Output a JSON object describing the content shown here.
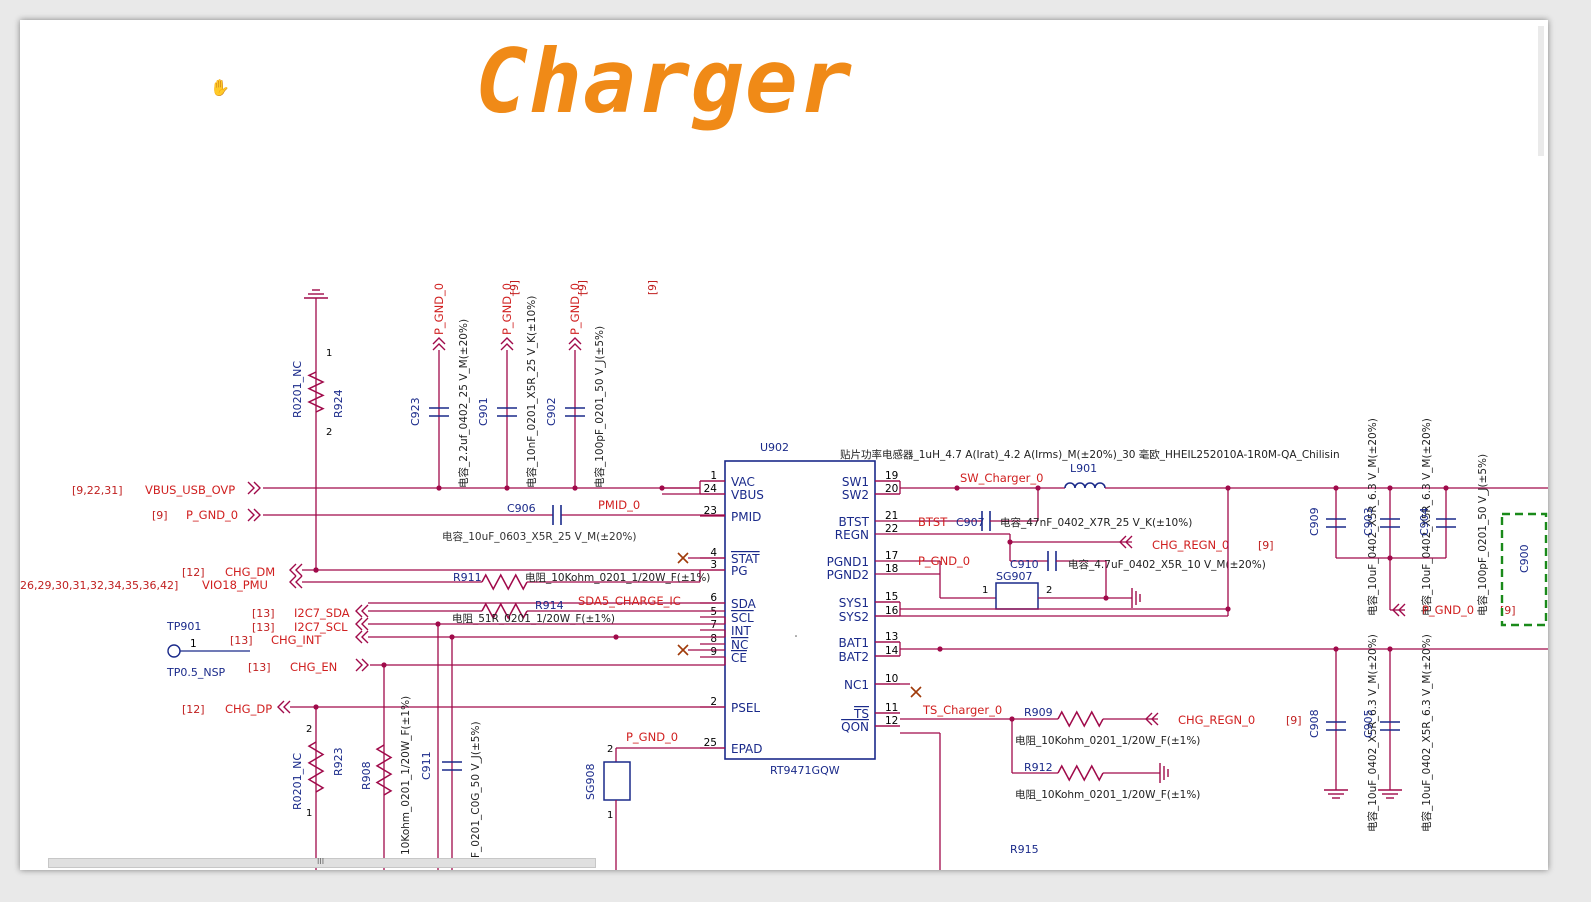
{
  "title": "Charger",
  "colors": {
    "title": "#f08a17",
    "wire": "#a00a4a",
    "net_label": "#d02020",
    "part_label": "#1a2a8a",
    "part_body": "#1a2a8a",
    "ref_bracket": "#c02020",
    "highlight_box": "#1a8a1a"
  },
  "icons": {
    "cursor": "hand-cursor-icon",
    "ground": "ground-icon",
    "no_connect": "no-connect-icon"
  },
  "ic": {
    "ref": "U902",
    "part": "RT9471GQW",
    "left_pins": [
      {
        "num": "1",
        "name": "VAC"
      },
      {
        "num": "24",
        "name": "VBUS"
      },
      {
        "num": "23",
        "name": "PMID"
      },
      {
        "num": "4",
        "name": "STAT"
      },
      {
        "num": "3",
        "name": "PG"
      },
      {
        "num": "6",
        "name": "SDA"
      },
      {
        "num": "5",
        "name": "SCL"
      },
      {
        "num": "7",
        "name": "INT"
      },
      {
        "num": "8",
        "name": "NC"
      },
      {
        "num": "9",
        "name": "CE"
      },
      {
        "num": "2",
        "name": "PSEL"
      },
      {
        "num": "25",
        "name": "EPAD"
      }
    ],
    "right_pins": [
      {
        "num": "19",
        "name": "SW1"
      },
      {
        "num": "20",
        "name": "SW2"
      },
      {
        "num": "21",
        "name": "BTST"
      },
      {
        "num": "22",
        "name": "REGN"
      },
      {
        "num": "17",
        "name": "PGND1"
      },
      {
        "num": "18",
        "name": "PGND2"
      },
      {
        "num": "15",
        "name": "SYS1"
      },
      {
        "num": "16",
        "name": "SYS2"
      },
      {
        "num": "13",
        "name": "BAT1"
      },
      {
        "num": "14",
        "name": "BAT2"
      },
      {
        "num": "10",
        "name": "NC1"
      },
      {
        "num": "11",
        "name": "TS"
      },
      {
        "num": "12",
        "name": "QON"
      }
    ]
  },
  "left_nets": [
    {
      "ref": "[9,22,31]",
      "name": "VBUS_USB_OVP"
    },
    {
      "ref": "[9]",
      "name": "P_GND_0"
    },
    {
      "ref": "[12]",
      "name": "CHG_DM"
    },
    {
      "ref": "26,29,30,31,32,34,35,36,42]",
      "name": "VIO18_PMU"
    },
    {
      "ref": "[13]",
      "name": "I2C7_SDA"
    },
    {
      "ref": "[13]",
      "name": "I2C7_SCL"
    },
    {
      "ref": "[13]",
      "name": "CHG_INT"
    },
    {
      "ref": "[13]",
      "name": "CHG_EN"
    },
    {
      "ref": "[12]",
      "name": "CHG_DP"
    }
  ],
  "testpoint": {
    "ref": "TP901",
    "pin": "1",
    "part": "TP0.5_NSP"
  },
  "top_caps": [
    {
      "ref": "C923",
      "net": "P_GND_0",
      "value": "电容_2.2uf_0402_25 V_M(±20%)"
    },
    {
      "ref": "C901",
      "net": "P_GND_0",
      "value": "电容_10nF_0201_X5R_25 V_K(±10%)"
    },
    {
      "ref": "C902",
      "net": "P_GND_0",
      "value": "电容_100pF_0201_50 V_J(±5%)"
    }
  ],
  "top_refs": [
    "[9]",
    "[9]",
    "[9]"
  ],
  "r924": {
    "ref": "R924",
    "part": "R0201_NC",
    "pin1": "1",
    "pin2": "2"
  },
  "r923": {
    "ref": "R923",
    "part": "R0201_NC",
    "pin1": "1",
    "pin2": "2"
  },
  "r908": {
    "ref": "R908",
    "value": "10Kohm_0201_1/20W_F(±1%)"
  },
  "c911": {
    "ref": "C911",
    "value": "F_0201_C0G_50 V_J(±5%)"
  },
  "c906": {
    "ref": "C906",
    "value": "电容_10uF_0603_X5R_25 V_M(±20%)",
    "net": "PMID_0"
  },
  "r911": {
    "ref": "R911",
    "value": "电阻_10Kohm_0201_1/20W_F(±1%)"
  },
  "r914": {
    "ref": "R914",
    "value": "电阻_51R_0201_1/20W_F(±1%)",
    "net": "SDA5_CHARGE_IC"
  },
  "sg908": {
    "ref": "SG908",
    "net": "P_GND_0",
    "pin1": "1",
    "pin2": "2"
  },
  "inductor": {
    "ref": "L901",
    "value": "贴片功率电感器_1uH_4.7 A(Irat)_4.2 A(Irms)_M(±20%)_30 毫欧_HHEIL252010A-1R0M-QA_Chilisin"
  },
  "sw_net": "SW_Charger_0",
  "btst": {
    "net": "BTST",
    "ref": "C907",
    "value": "电容_47nF_0402_X7R_25 V_K(±10%)"
  },
  "regn": {
    "net": "CHG_REGN_0",
    "ref_bracket": "[9]"
  },
  "c910": {
    "ref": "C910",
    "value": "电容_4.7uF_0402_X5R_10 V_M(±20%)"
  },
  "pgnd": {
    "net": "P_GND_0"
  },
  "sg907": {
    "ref": "SG907",
    "pin1": "1",
    "pin2": "2"
  },
  "ts": {
    "net": "TS_Charger_0"
  },
  "r909": {
    "ref": "R909",
    "value": "电阻_10Kohm_0201_1/20W_F(±1%)",
    "net": "CHG_REGN_0",
    "ref_bracket": "[9]"
  },
  "r912": {
    "ref": "R912",
    "value": "电阻_10Kohm_0201_1/20W_F(±1%)"
  },
  "r915": {
    "ref": "R915"
  },
  "sys_caps": [
    {
      "ref": "C909",
      "value": "电容_10uF_0402_X5R_6.3 V_M(±20%)"
    },
    {
      "ref": "C903",
      "value": "电容_10uF_0402_X5R_6.3 V_M(±20%)"
    },
    {
      "ref": "C904",
      "value": "电容_100pF_0201_50 V_J(±5%)"
    }
  ],
  "sys_net": {
    "name": "P_GND_0",
    "ref_bracket": "[9]"
  },
  "c900": {
    "ref": "C900"
  },
  "bat_caps": [
    {
      "ref": "C908",
      "value": "电容_10uF_0402_X5R_6.3 V_M(±20%)"
    },
    {
      "ref": "C905",
      "value": "电容_10uF_0402_X5R_6.3 V_M(±20%)"
    }
  ],
  "scroll_mark": "III"
}
